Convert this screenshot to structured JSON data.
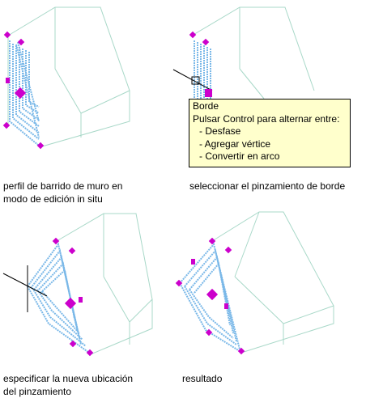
{
  "colors": {
    "wireframe": "#a8d8c8",
    "hatch": "#7ab8e8",
    "grip": "#cc00cc",
    "cursor": "#000000",
    "tooltip_bg": "#ffffcc"
  },
  "panels": [
    {
      "caption_line1": "perfil de barrido de muro en",
      "caption_line2": "modo de edición in situ"
    },
    {
      "caption_line1": "seleccionar el pinzamiento de borde",
      "caption_line2": ""
    },
    {
      "caption_line1": "especificar la nueva ubicación",
      "caption_line2": "del pinzamiento"
    },
    {
      "caption_line1": "resultado",
      "caption_line2": ""
    }
  ],
  "tooltip": {
    "title": "Borde",
    "line": "Pulsar Control para alternar entre:",
    "items": [
      "- Desfase",
      "- Agregar vértice",
      "- Convertir en arco"
    ]
  },
  "icons": {
    "grip": "grip-icon",
    "cursor": "crosshair-cursor-icon"
  }
}
